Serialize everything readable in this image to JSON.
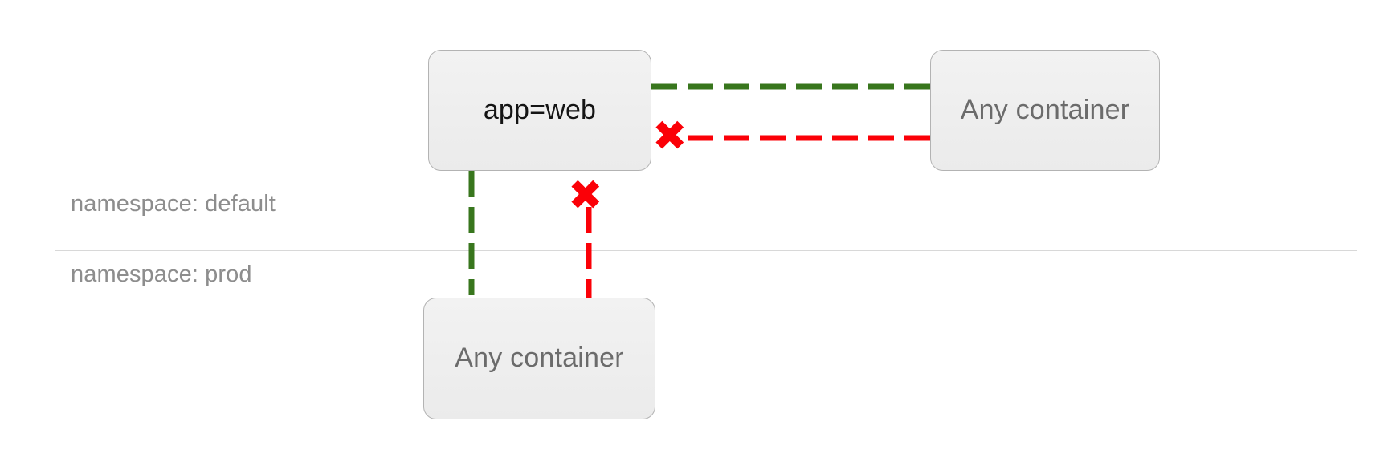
{
  "diagram": {
    "type": "network-policy-diagram",
    "nodes": [
      {
        "id": "web",
        "label": "app=web",
        "namespace": "default"
      },
      {
        "id": "right",
        "label": "Any container",
        "namespace": "default"
      },
      {
        "id": "bottom",
        "label": "Any container",
        "namespace": "prod"
      }
    ],
    "zones": [
      {
        "id": "default",
        "label": "namespace: default"
      },
      {
        "id": "prod",
        "label": "namespace: prod"
      }
    ],
    "edges": [
      {
        "id": "web-to-right-allow",
        "from": "web",
        "to": "right",
        "state": "allowed",
        "style": "dashed",
        "orientation": "horizontal",
        "color": "#38761d"
      },
      {
        "id": "right-to-web-deny",
        "from": "right",
        "to": "web",
        "state": "blocked",
        "style": "dashed",
        "orientation": "horizontal",
        "color": "#fb0007"
      },
      {
        "id": "web-to-bottom-allow",
        "from": "web",
        "to": "bottom",
        "state": "allowed",
        "style": "dashed",
        "orientation": "vertical",
        "color": "#38761d"
      },
      {
        "id": "bottom-to-web-deny",
        "from": "bottom",
        "to": "web",
        "state": "blocked",
        "style": "dashed",
        "orientation": "vertical",
        "color": "#fb0007"
      }
    ],
    "markers": [
      {
        "id": "x-right",
        "glyph": "✖",
        "meaning": "blocked",
        "color": "#fb0007"
      },
      {
        "id": "x-bottom",
        "glyph": "✖",
        "meaning": "blocked",
        "color": "#fb0007"
      }
    ],
    "colors": {
      "allow": "#38761d",
      "deny": "#fb0007",
      "node_fill": "#eeeeee",
      "node_border": "#b3b3b3",
      "zone_divider": "#d8d8d8",
      "zone_label": "#8d8d8d",
      "node_label_dark": "#141414",
      "node_label_grey": "#6b6b6b",
      "background": "#ffffff"
    }
  }
}
